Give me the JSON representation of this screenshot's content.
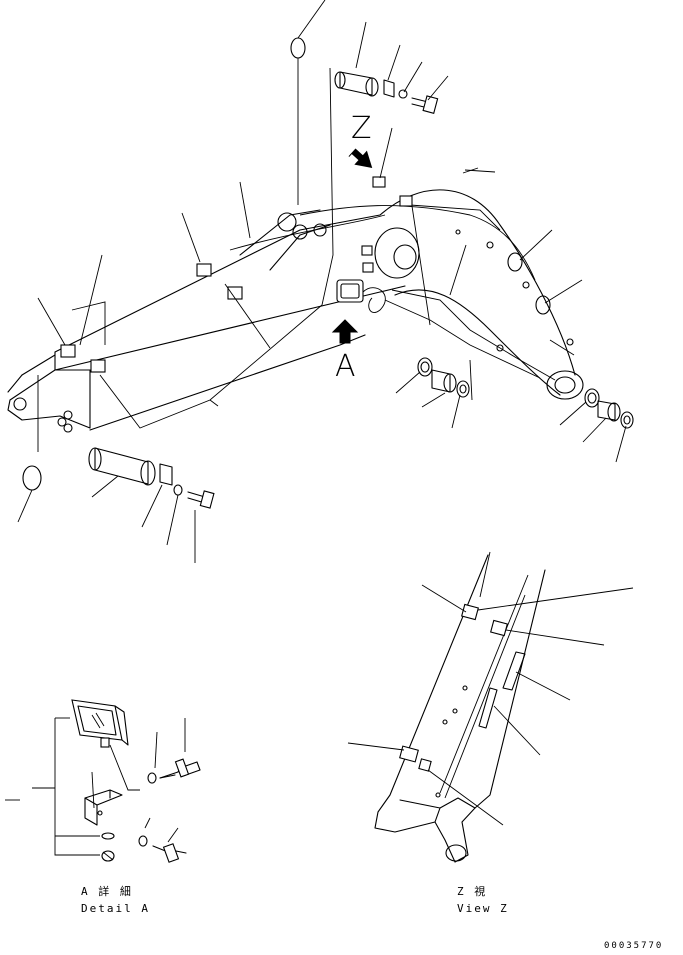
{
  "callouts": {
    "view_z_letter": "Z",
    "arrow_a_letter": "A"
  },
  "captions": {
    "detail_a_jp": "A 詳 細",
    "detail_a_en": "Detail A",
    "view_z_jp": "Z  視",
    "view_z_en": "View Z"
  },
  "drawing_number": "00035770",
  "icons": {
    "arrow_z": "bold-arrow-icon",
    "arrow_a": "bold-arrow-icon",
    "work_lamp": "work-lamp-icon"
  }
}
